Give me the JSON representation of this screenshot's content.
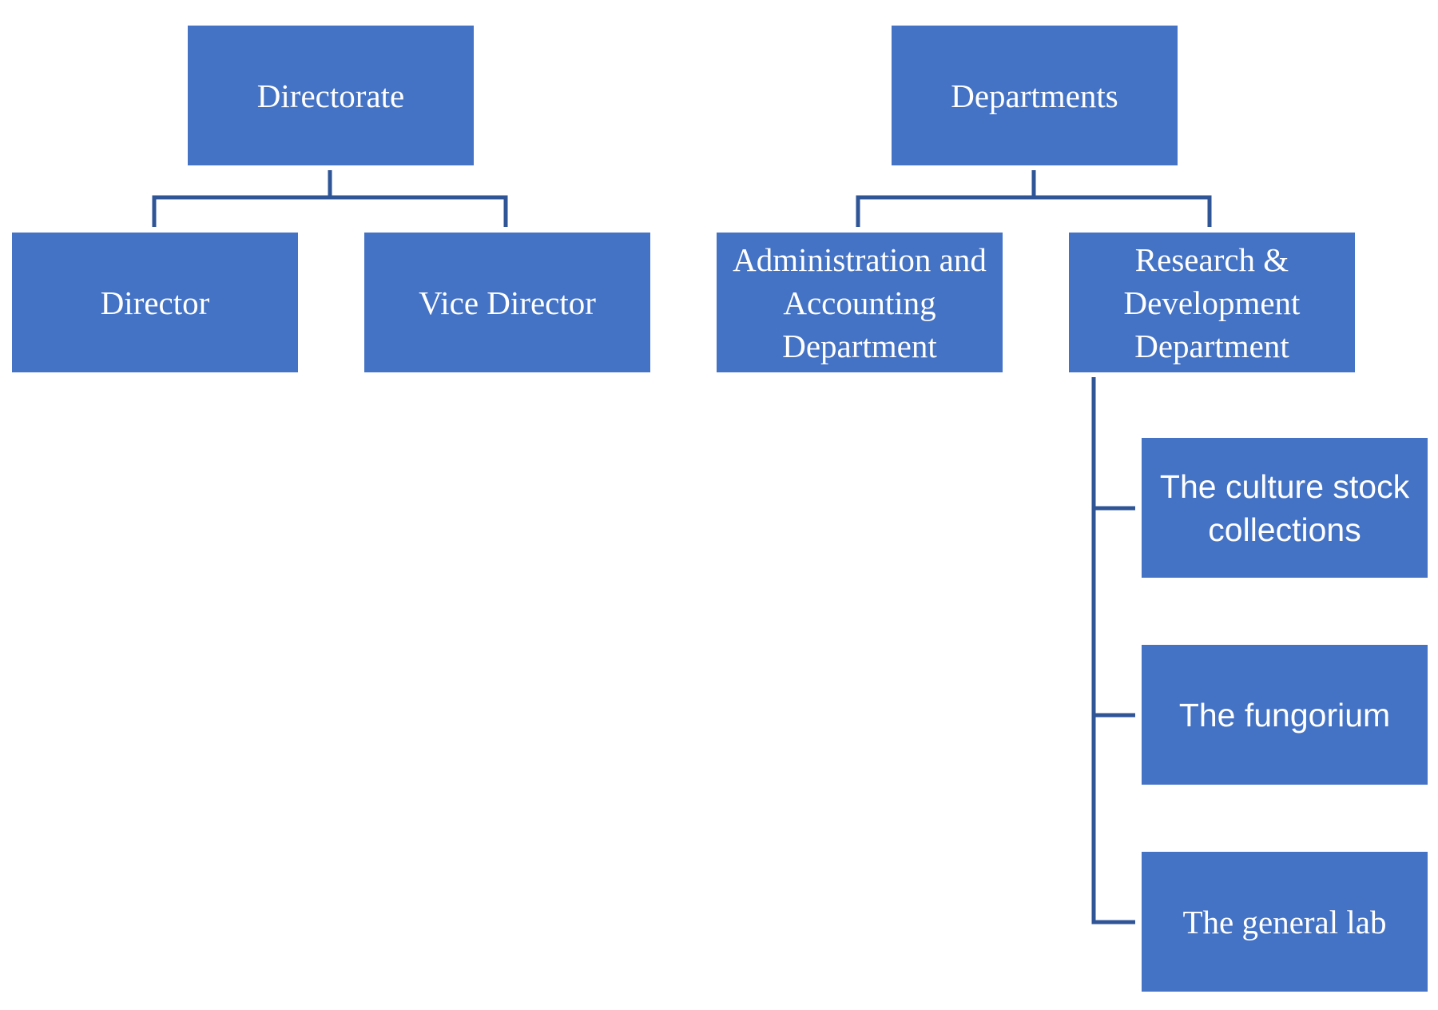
{
  "colors": {
    "box": "#4472c4",
    "line": "#2f5597",
    "text": "#ffffff"
  },
  "nodes": {
    "directorate": "Directorate",
    "departments": "Departments",
    "director": "Director",
    "vice_director": "Vice Director",
    "admin_dept": "Administration and\nAccounting\nDepartment",
    "rnd_dept": "Research &\nDevelopment\nDepartment",
    "culture_stock": "The culture stock\ncollections",
    "fungorium": "The fungorium",
    "general_lab": "The general lab"
  }
}
